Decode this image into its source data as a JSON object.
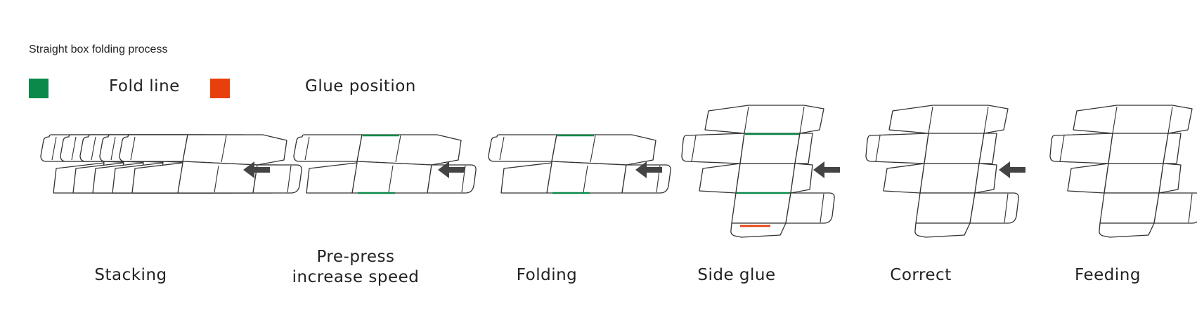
{
  "title": "Straight box folding process",
  "legend": [
    {
      "label": "Fold line",
      "color": "#0a8a4a"
    },
    {
      "label": "Glue position",
      "color": "#e8400c"
    }
  ],
  "stages": [
    {
      "label": "Stacking"
    },
    {
      "label": "Pre-press\nincrease speed"
    },
    {
      "label": "Folding"
    },
    {
      "label": "Side glue"
    },
    {
      "label": "Correct"
    },
    {
      "label": "Feeding"
    }
  ],
  "flow_direction": "right-to-left",
  "arrow_icon": "arrow-left-icon"
}
